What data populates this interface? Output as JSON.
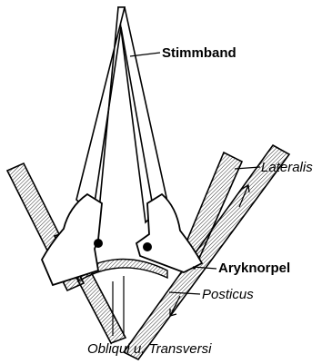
{
  "labels": {
    "stimmband": "Stimmband",
    "lateralis": "Lateralis",
    "aryknorpel": "Aryknorpel",
    "posticus": "Posticus",
    "obliqui": "Obliqui u. Transversi"
  },
  "colors": {
    "ink": "#000000",
    "paper": "#ffffff",
    "hatch": "#000000"
  }
}
